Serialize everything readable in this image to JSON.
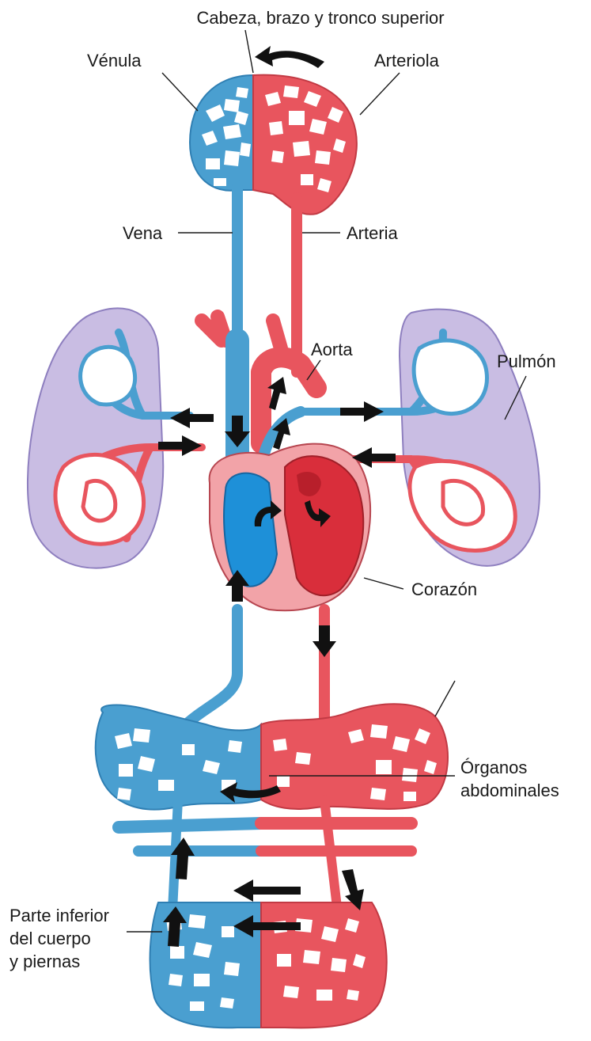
{
  "labels": {
    "head": "Cabeza, brazo y tronco superior",
    "venule": "Vénula",
    "arteriole": "Arteriola",
    "vein": "Vena",
    "artery": "Arteria",
    "aorta": "Aorta",
    "lung": "Pulmón",
    "heart": "Corazón",
    "organs_line1": "Órganos",
    "organs_line2": "abdominales",
    "lower_line1": "Parte inferior",
    "lower_line2": "del cuerpo",
    "lower_line3": "y piernas"
  },
  "colors": {
    "vein": "#4a9fd0",
    "artery": "#e8555e",
    "lung": "#c9bde3",
    "heart_outline": "#f2a3a8"
  }
}
